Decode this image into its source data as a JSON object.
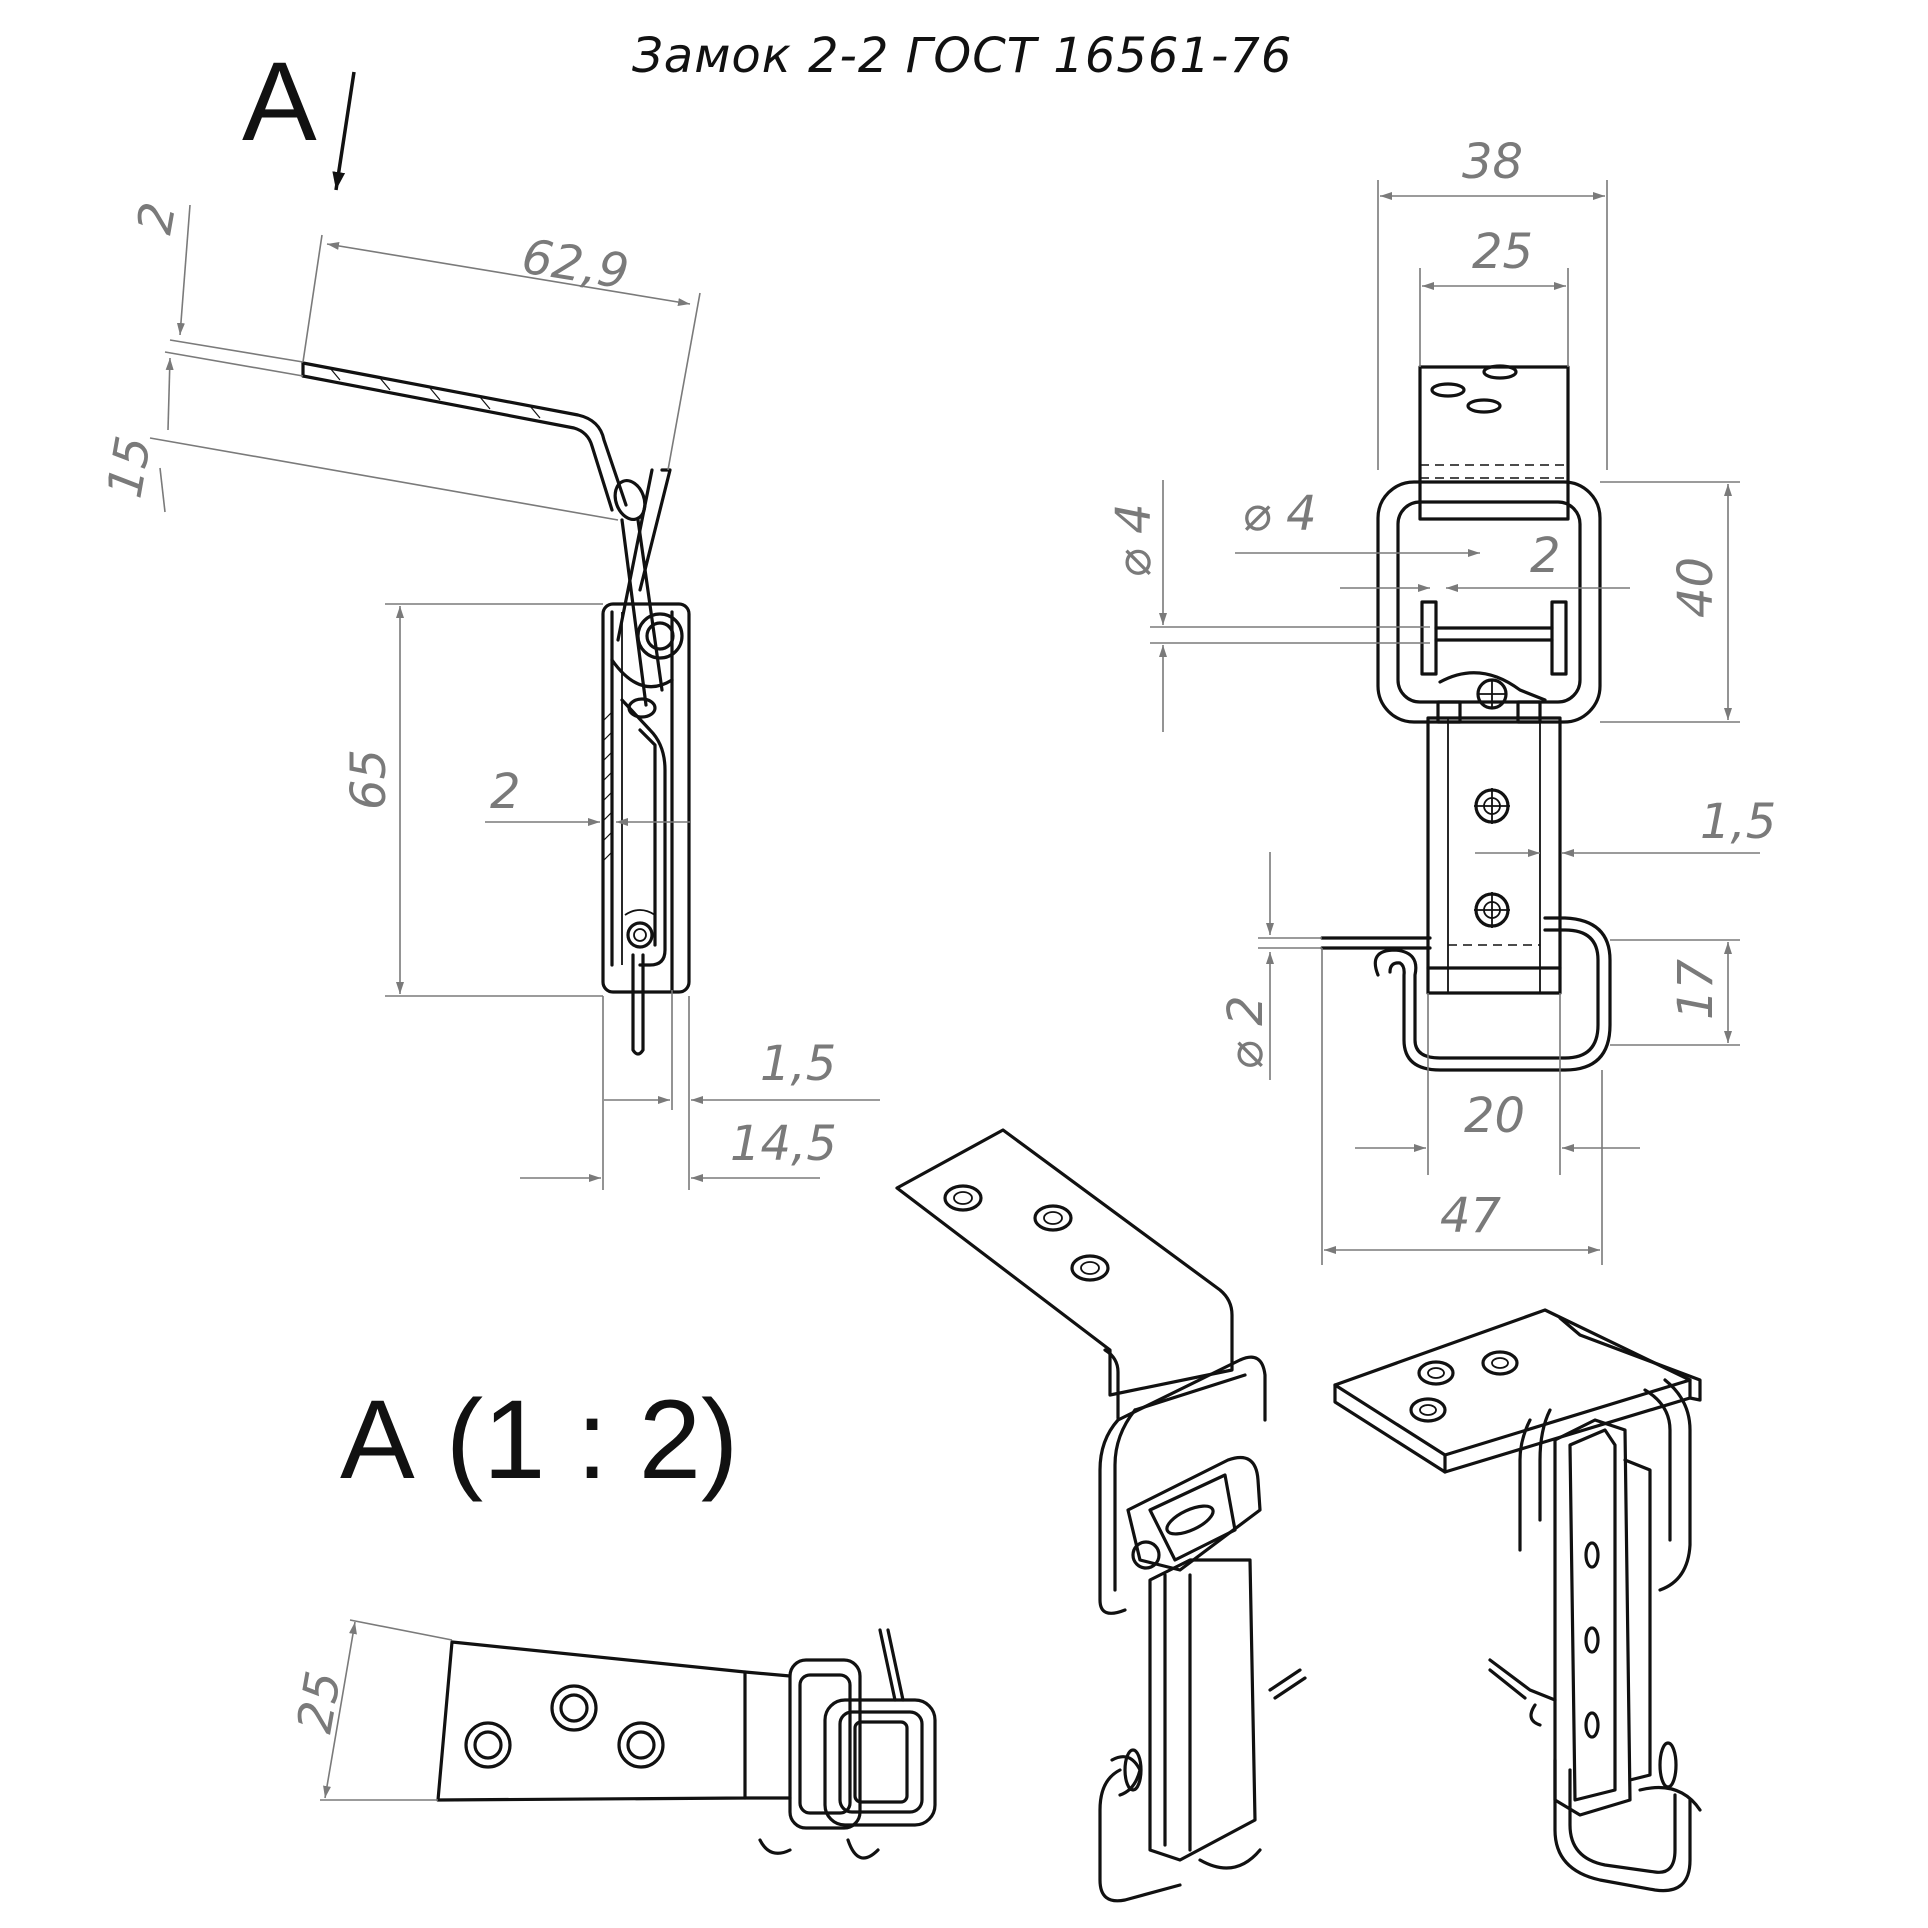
{
  "title": "Замок 2-2 ГОСТ 16561-76",
  "view_marker": "А",
  "view_caption": "А (1 : 2)",
  "dimensions": {
    "side_length": "62,9",
    "side_thickness": "2",
    "side_offset": "15",
    "side_height": "65",
    "side_gap": "2",
    "side_plate": "1,5",
    "side_depth": "14,5",
    "front_width_outer": "38",
    "front_width_plate": "25",
    "front_hole_v": "⌀ 4",
    "front_hole_h": "⌀ 4",
    "front_gap": "2",
    "front_loop_height": "40",
    "front_plate": "1,5",
    "front_wire": "⌀ 2",
    "front_hook_height": "17",
    "front_hook_width": "20",
    "front_total_width": "47",
    "view_a_width": "25"
  }
}
